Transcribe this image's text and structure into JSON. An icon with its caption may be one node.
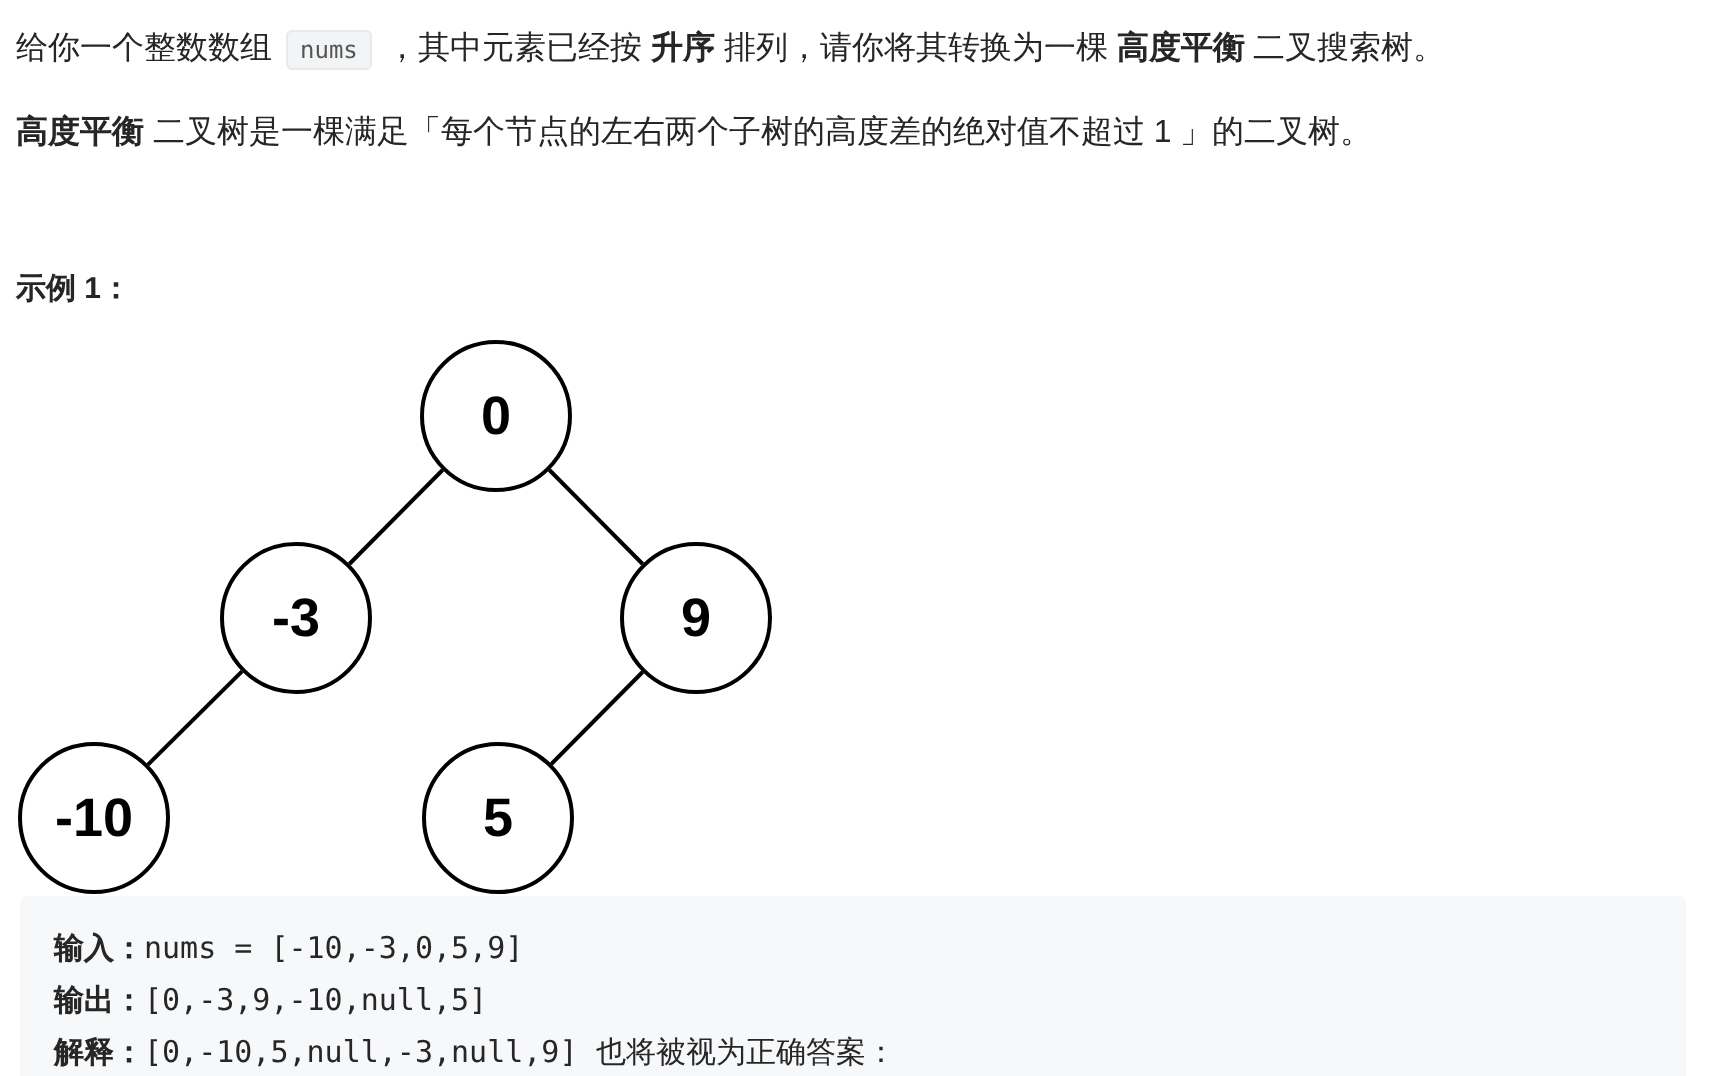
{
  "diagram": {
    "nodes": [
      {
        "text": [
          "0"
        ]
      },
      {
        "text": [
          "-3"
        ]
      },
      {
        "text": [
          "9"
        ]
      },
      {
        "text": [
          "-10"
        ]
      },
      {
        "text": [
          "5"
        ]
      }
    ],
    "edges": [
      {
        "from": 0,
        "to": 1,
        "arrow": "none"
      },
      {
        "from": 0,
        "to": 2,
        "arrow": "none"
      },
      {
        "from": 1,
        "to": 3,
        "arrow": "none"
      },
      {
        "from": 2,
        "to": 4,
        "arrow": "none"
      }
    ],
    "labels": [
      "给你一个整数数组",
      "nums",
      "，其中元素已经按 **升序** 排列，请你将其转换为一棵 **高度平衡** 二叉搜索树。",
      "**高度平衡** 二叉树是一棵满足「每个节点的左右两个子树的高度差的绝对值不超过 1 」的二叉树。",
      "示例 1：",
      "**输入：**nums = [-10,-3,0,5,9]",
      "**输出：**[0,-3,9,-10,null,5]",
      "**解释：**[0,-10,5,null,-3,null,9] 也将被视为正确答案："
    ]
  }
}
